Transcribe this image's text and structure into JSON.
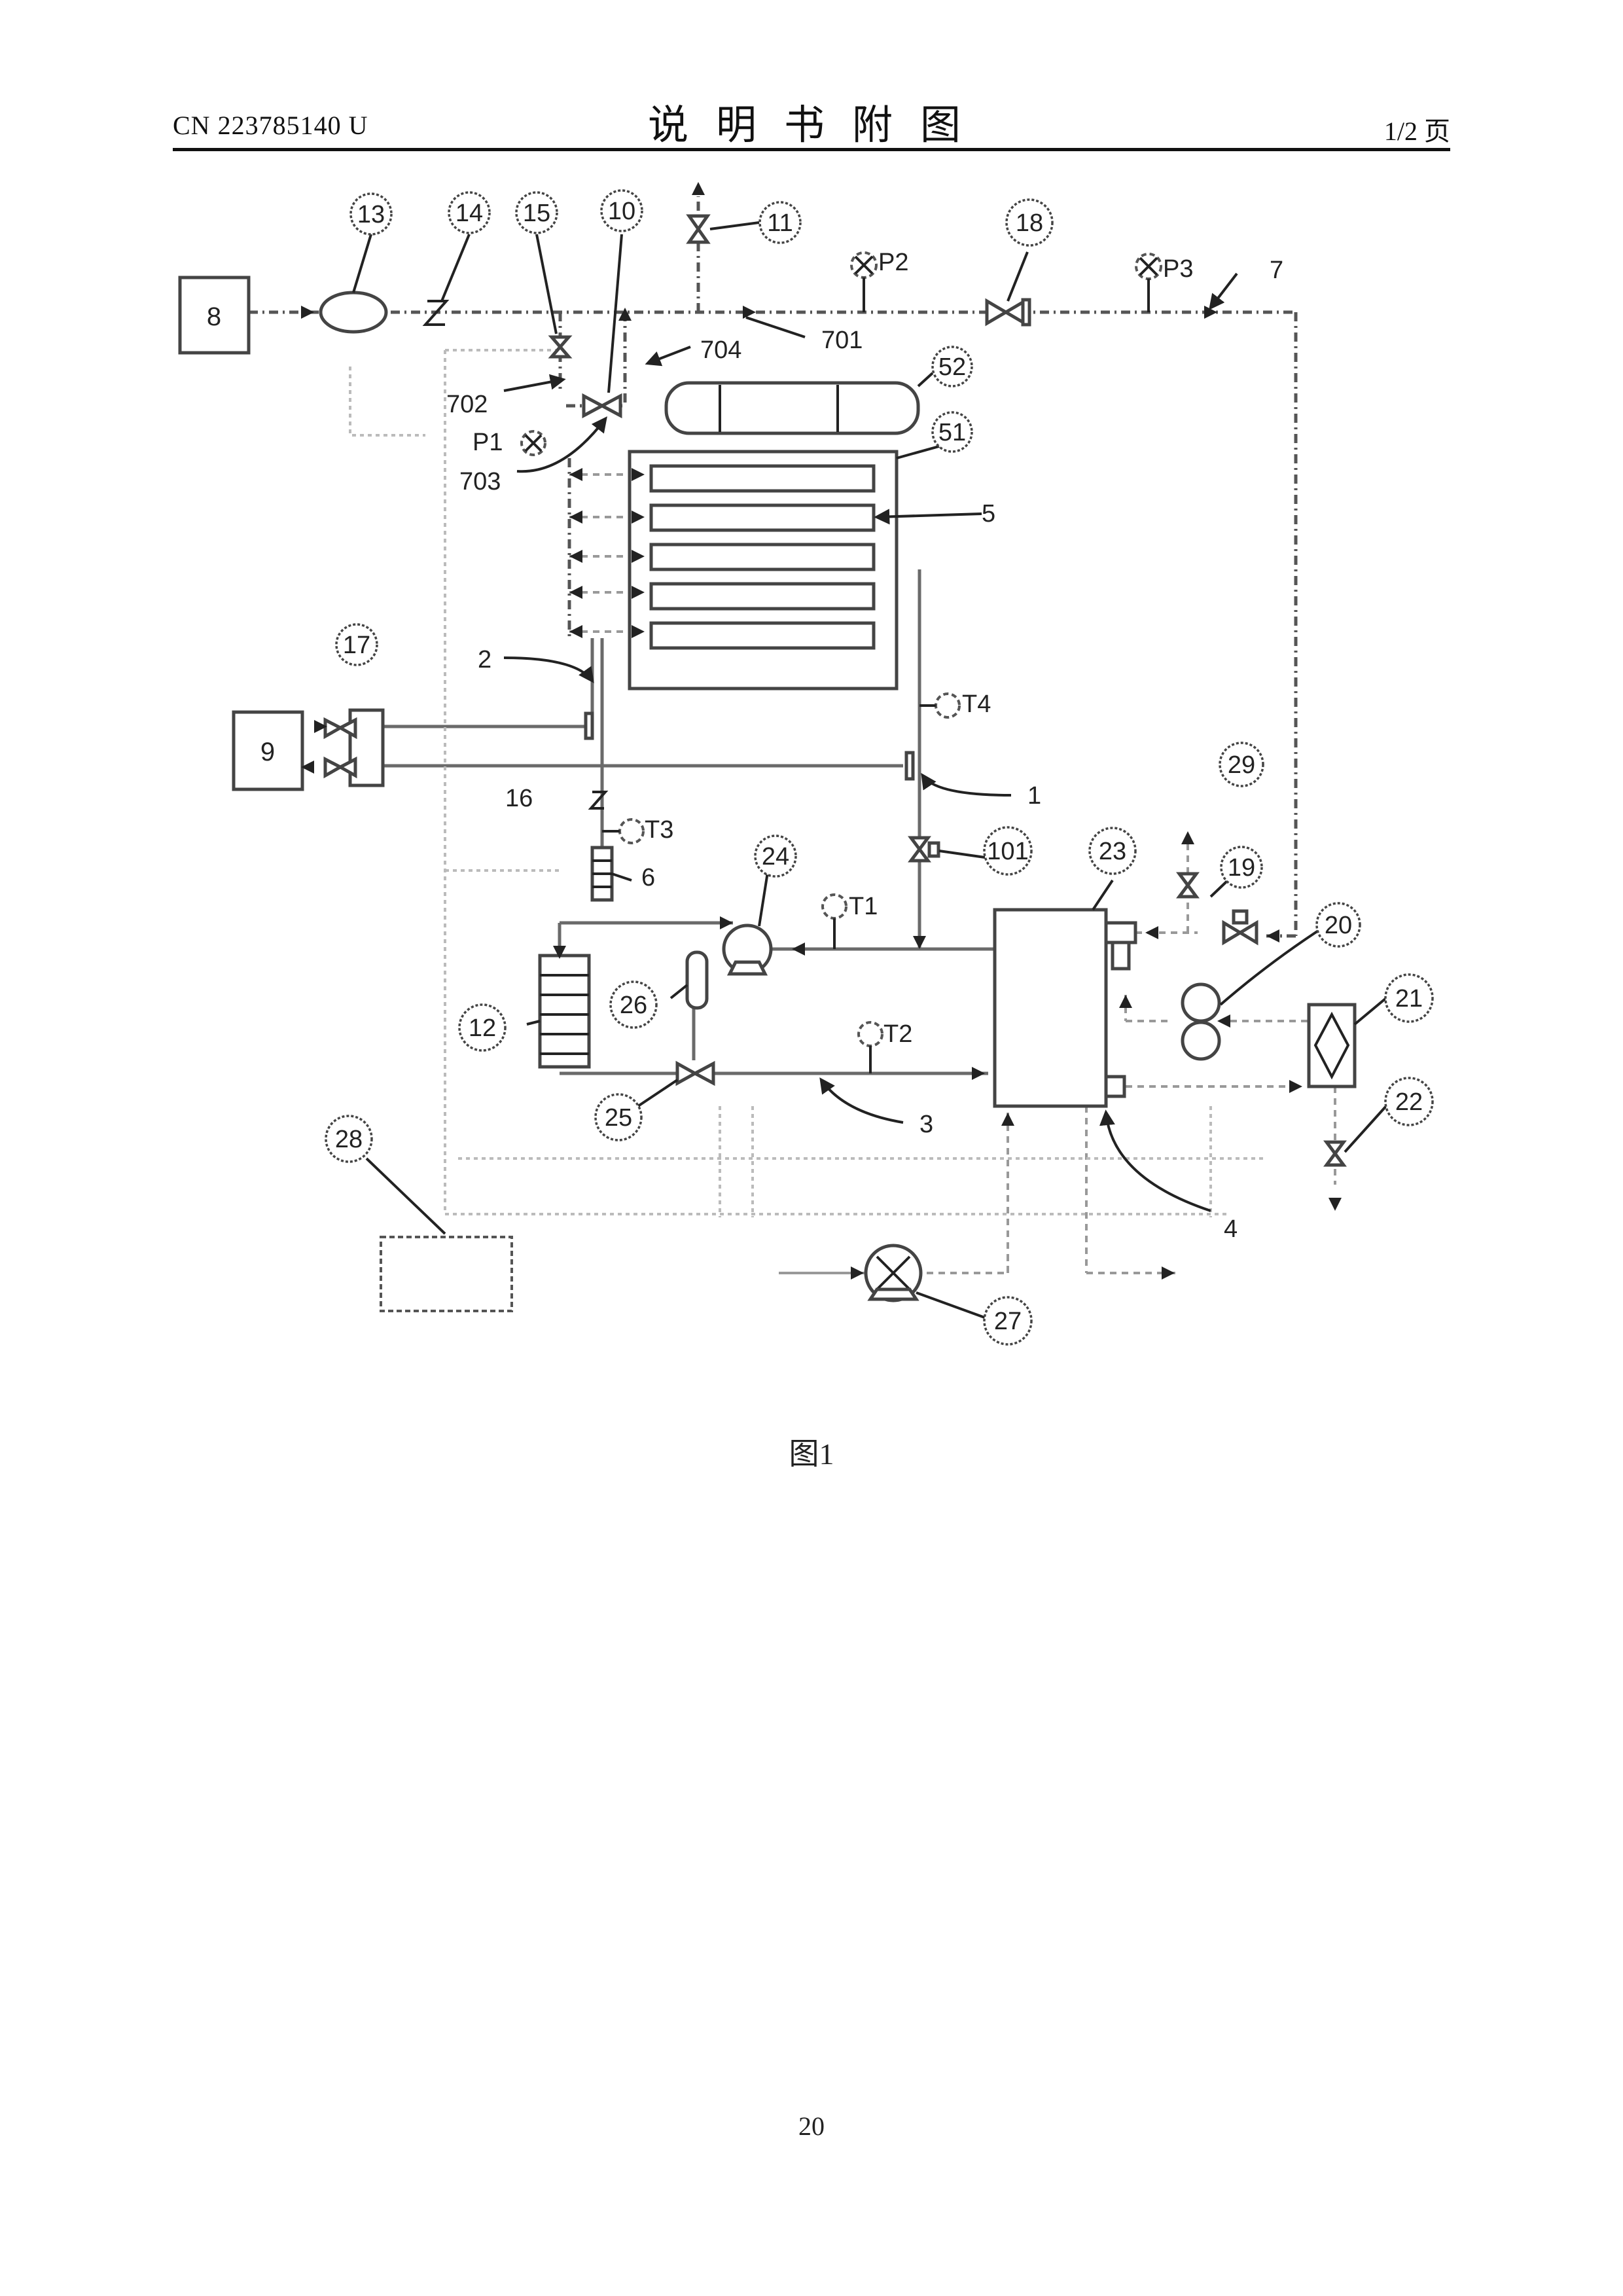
{
  "header": {
    "publication_number": "CN 223785140 U",
    "title": "说明书附图",
    "page_indicator": "1/2 页"
  },
  "figure": {
    "caption": "图1",
    "circled_labels": [
      "13",
      "14",
      "15",
      "10",
      "11",
      "18",
      "52",
      "51",
      "17",
      "24",
      "101",
      "23",
      "29",
      "19",
      "20",
      "21",
      "22",
      "12",
      "26",
      "25",
      "28",
      "27",
      "6",
      "16"
    ],
    "text_labels": [
      "8",
      "9",
      "701",
      "702",
      "703",
      "704",
      "7",
      "5",
      "2",
      "1",
      "3",
      "4"
    ],
    "sensor_labels": [
      "P1",
      "P2",
      "P3",
      "T1",
      "T2",
      "T3",
      "T4"
    ]
  },
  "footer": {
    "page_number": "20"
  }
}
